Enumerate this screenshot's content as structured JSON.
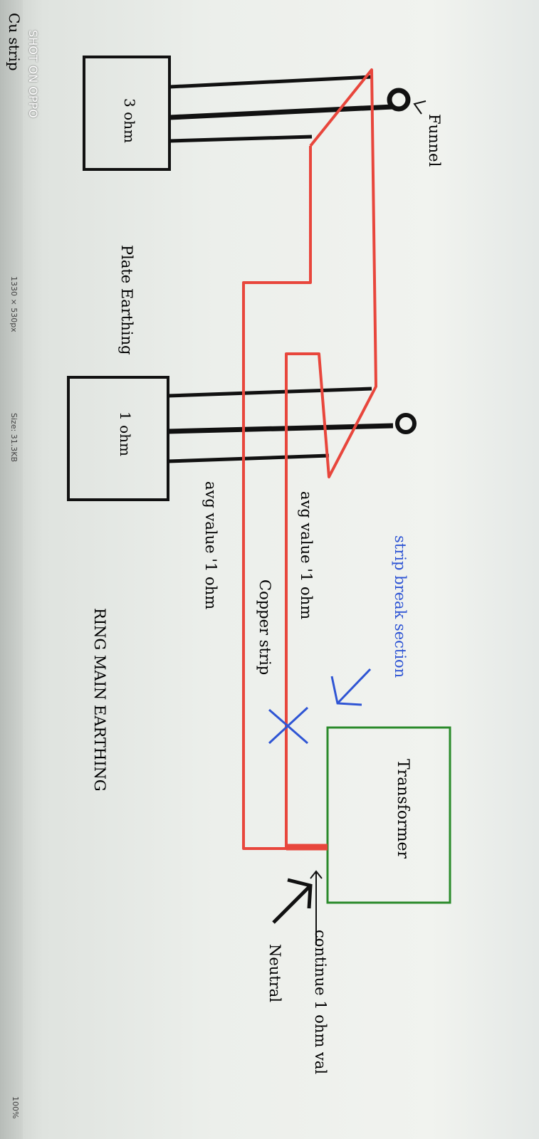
{
  "watermark": "SHOT ON OPPO",
  "status_bar": {
    "dimensions": "1330 × 530px",
    "file_size": "Size: 31.3KB",
    "zoom": "100%"
  },
  "diagram": {
    "cu_strip": "Cu strip",
    "funnel": "Funnel",
    "plate_resistance": "3 ohm",
    "plate_earthing": "Plate Earthing",
    "ring_resistance": "1 ohm",
    "avg_value_upper": "avg value '1 ohm",
    "avg_value_lower": "avg value '1 ohm",
    "strip_break_section": "strip break section",
    "copper_strip": "Copper strip",
    "ring_main_earthing": "RING MAIN EARTHING",
    "transformer": "Transformer",
    "continue": "continue 1 ohm val",
    "neutral": "Neutral"
  },
  "colors": {
    "earth_strip": "#111111",
    "ring_path": "#e8463c",
    "break_marker": "#2f55d4",
    "transformer_box": "#2a8a2a"
  }
}
